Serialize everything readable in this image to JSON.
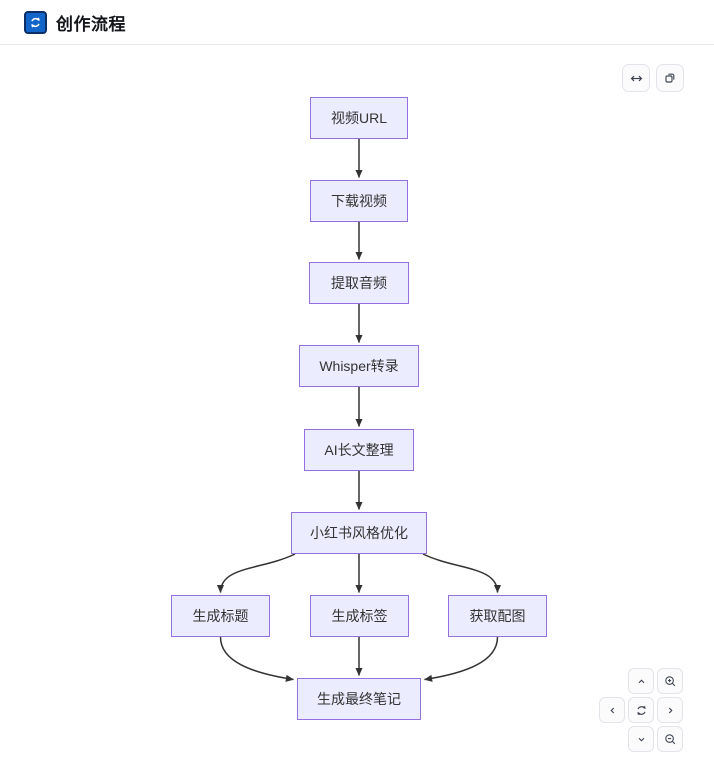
{
  "header": {
    "title": "创作流程"
  },
  "toolbar": {
    "buttons": [
      {
        "name": "fit-width",
        "icon": "arrows-horizontal-icon"
      },
      {
        "name": "copy",
        "icon": "copy-icon"
      }
    ]
  },
  "diagram": {
    "type": "flowchart-top-down",
    "nodes": [
      {
        "label": "视频URL"
      },
      {
        "label": "下载视频"
      },
      {
        "label": "提取音频"
      },
      {
        "label": "Whisper转录"
      },
      {
        "label": "AI长文整理"
      },
      {
        "label": "小红书风格优化"
      },
      {
        "label": "生成标题"
      },
      {
        "label": "生成标签"
      },
      {
        "label": "获取配图"
      },
      {
        "label": "生成最终笔记"
      }
    ],
    "edges": [
      {
        "from": "视频URL",
        "to": "下载视频"
      },
      {
        "from": "下载视频",
        "to": "提取音频"
      },
      {
        "from": "提取音频",
        "to": "Whisper转录"
      },
      {
        "from": "Whisper转录",
        "to": "AI长文整理"
      },
      {
        "from": "AI长文整理",
        "to": "小红书风格优化"
      },
      {
        "from": "小红书风格优化",
        "to": "生成标题"
      },
      {
        "from": "小红书风格优化",
        "to": "生成标签"
      },
      {
        "from": "小红书风格优化",
        "to": "获取配图"
      },
      {
        "from": "生成标题",
        "to": "生成最终笔记"
      },
      {
        "from": "生成标签",
        "to": "生成最终笔记"
      },
      {
        "from": "获取配图",
        "to": "生成最终笔记"
      }
    ],
    "colors": {
      "node_fill": "#ECECFF",
      "node_border": "#9370DB",
      "edge": "#333333"
    }
  },
  "pan_zoom_controls": {
    "buttons": [
      "pan-up",
      "zoom-in",
      "pan-left",
      "reset-view",
      "pan-right",
      "pan-down",
      "zoom-out"
    ]
  },
  "colors": {
    "header_icon_bg": "#1266C9",
    "header_icon_border": "#0B2F66"
  }
}
